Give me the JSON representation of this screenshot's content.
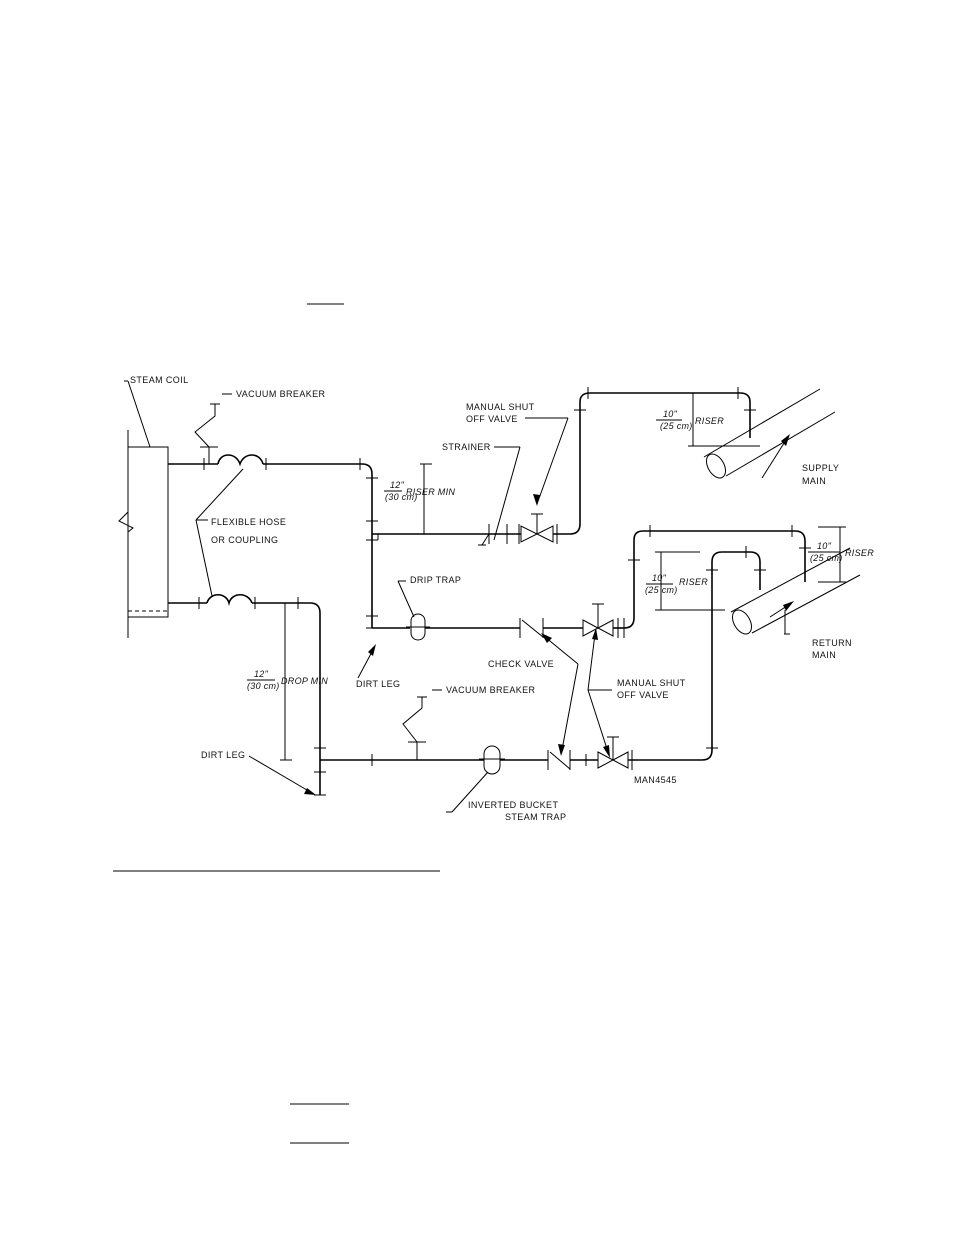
{
  "labels": {
    "steam_coil": "STEAM COIL",
    "vacuum_breaker_top": "VACUUM BREAKER",
    "flexible_hose_1": "FLEXIBLE HOSE",
    "flexible_hose_2": "OR COUPLING",
    "manual_shut_top_1": "MANUAL SHUT",
    "manual_shut_top_2": "OFF VALVE",
    "strainer": "STRAINER",
    "drip_trap": "DRIP TRAP",
    "dirt_leg_center": "DIRT LEG",
    "check_valve": "CHECK VALVE",
    "vacuum_breaker_bottom": "VACUUM BREAKER",
    "manual_shut_bottom_1": "MANUAL SHUT",
    "manual_shut_bottom_2": "OFF VALVE",
    "dirt_leg_left": "DIRT LEG",
    "inverted_bucket_1": "INVERTED BUCKET",
    "inverted_bucket_2": "STEAM TRAP",
    "drawing_number": "MAN4545",
    "supply_main_1": "SUPPLY",
    "supply_main_2": "MAIN",
    "return_main_1": "RETURN",
    "return_main_2": "MAIN"
  },
  "dimensions": {
    "riser_min": {
      "value": "12\"",
      "metric": "(30 cm)",
      "label": "RISER MIN"
    },
    "drop_min": {
      "value": "12\"",
      "metric": "(30 cm)",
      "label": "DROP MIN"
    },
    "supply_riser": {
      "value": "10\"",
      "metric": "(25 cm)",
      "label": "RISER"
    },
    "return_riser_inner": {
      "value": "10\"",
      "metric": "(25 cm)",
      "label": "RISER"
    },
    "return_riser_outer": {
      "value": "10\"",
      "metric": "(25 cm)",
      "label": "RISER"
    }
  }
}
